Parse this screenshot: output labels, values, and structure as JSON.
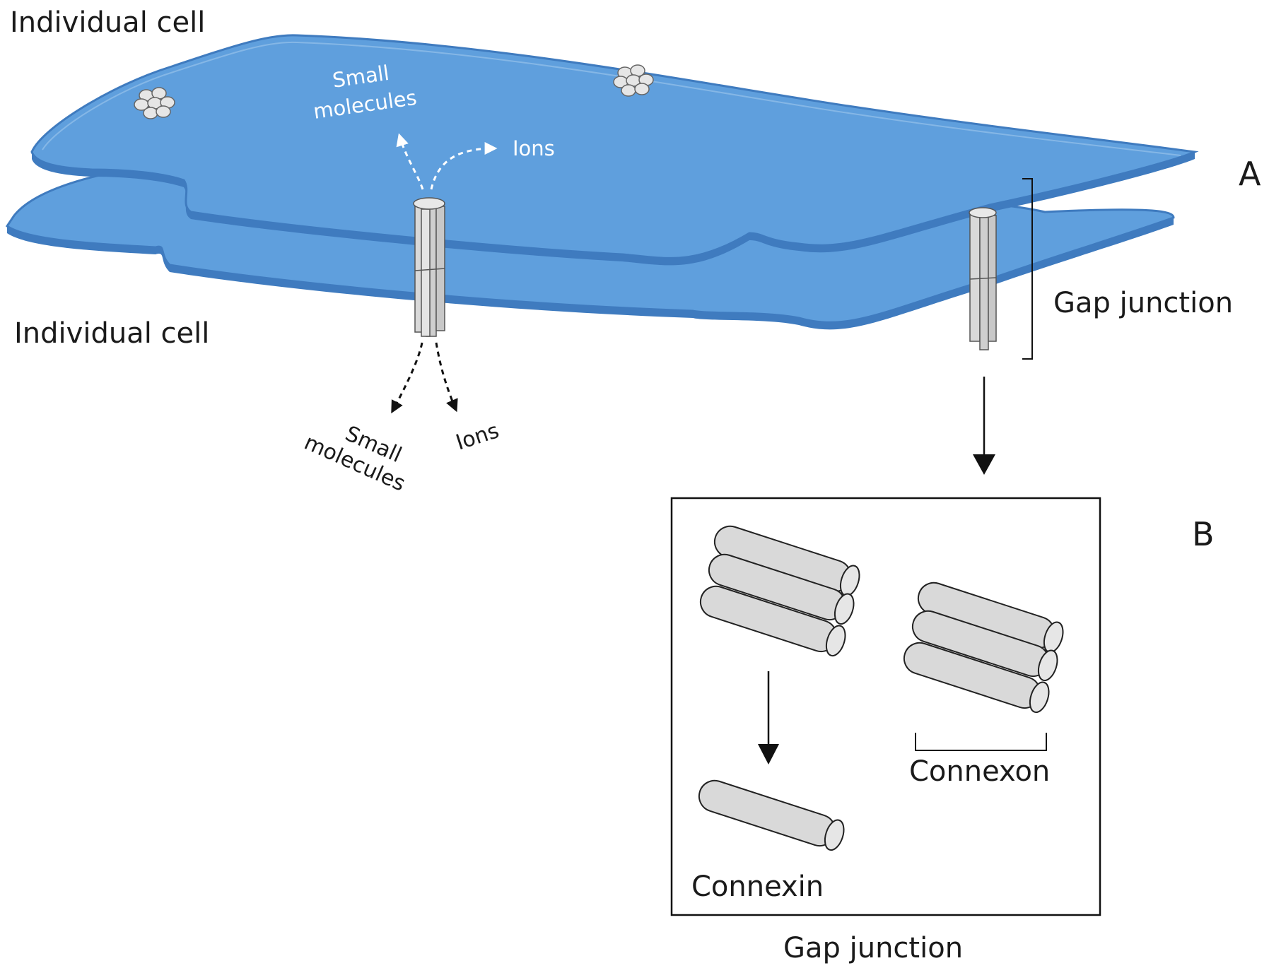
{
  "labels": {
    "cell_top": "Individual cell",
    "cell_bottom": "Individual cell",
    "small_molecules_top": [
      "Small",
      "molecules"
    ],
    "ions_top": "Ions",
    "small_molecules_bottom": [
      "Small",
      "molecules"
    ],
    "ions_bottom": "Ions",
    "gap_junction_bracket": "Gap junction",
    "panel_a": "A",
    "panel_b": "B",
    "connexon": "Connexon",
    "connexin": "Connexin",
    "gap_junction_caption": "Gap junction"
  },
  "colors": {
    "cell_fill": "#5f9fdd",
    "cell_edge": "#3f7bbf",
    "cell_rim": "#8fbde9",
    "cylinder_fill": "#d9d9d9",
    "cylinder_stroke": "#555555",
    "arrow_white": "#ffffff",
    "arrow_black": "#111111"
  }
}
